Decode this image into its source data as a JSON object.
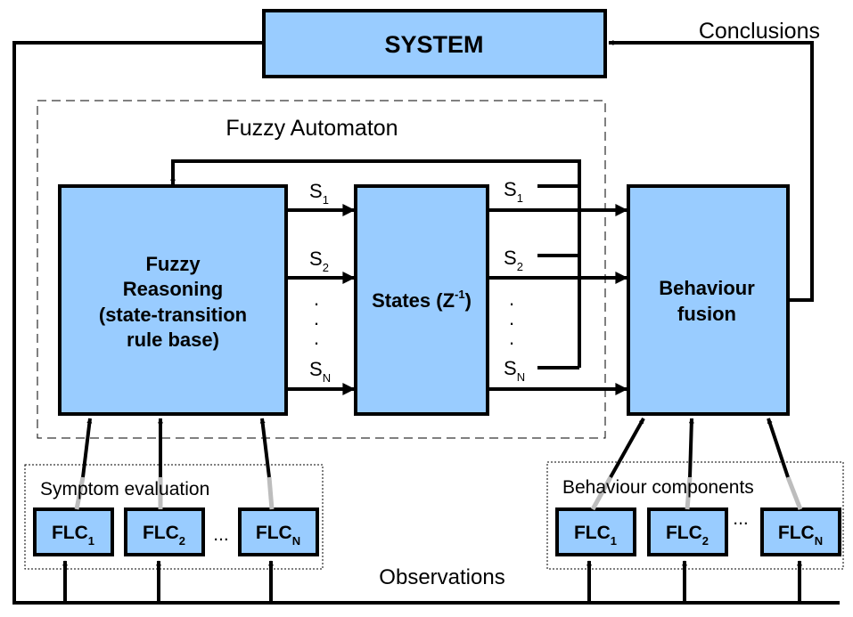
{
  "system_label": "SYSTEM",
  "conclusions_label": "Conclusions",
  "automaton_label": "Fuzzy Automaton",
  "reasoning_lines": [
    "Fuzzy",
    "Reasoning",
    "(state-transition",
    "rule base)"
  ],
  "states": {
    "label": "States (Z",
    "sup": "-1",
    "close": ")"
  },
  "fusion_lines": [
    "Behaviour",
    "fusion"
  ],
  "signal": {
    "letter": "S",
    "subs": [
      "1",
      "2",
      "N"
    ]
  },
  "symptom_label": "Symptom evaluation",
  "behaviour_components_label": "Behaviour components",
  "flc": {
    "prefix": "FLC",
    "subs": [
      "1",
      "2",
      "N"
    ]
  },
  "ellipsis": "...",
  "vdot": ".",
  "observations_label": "Observations"
}
